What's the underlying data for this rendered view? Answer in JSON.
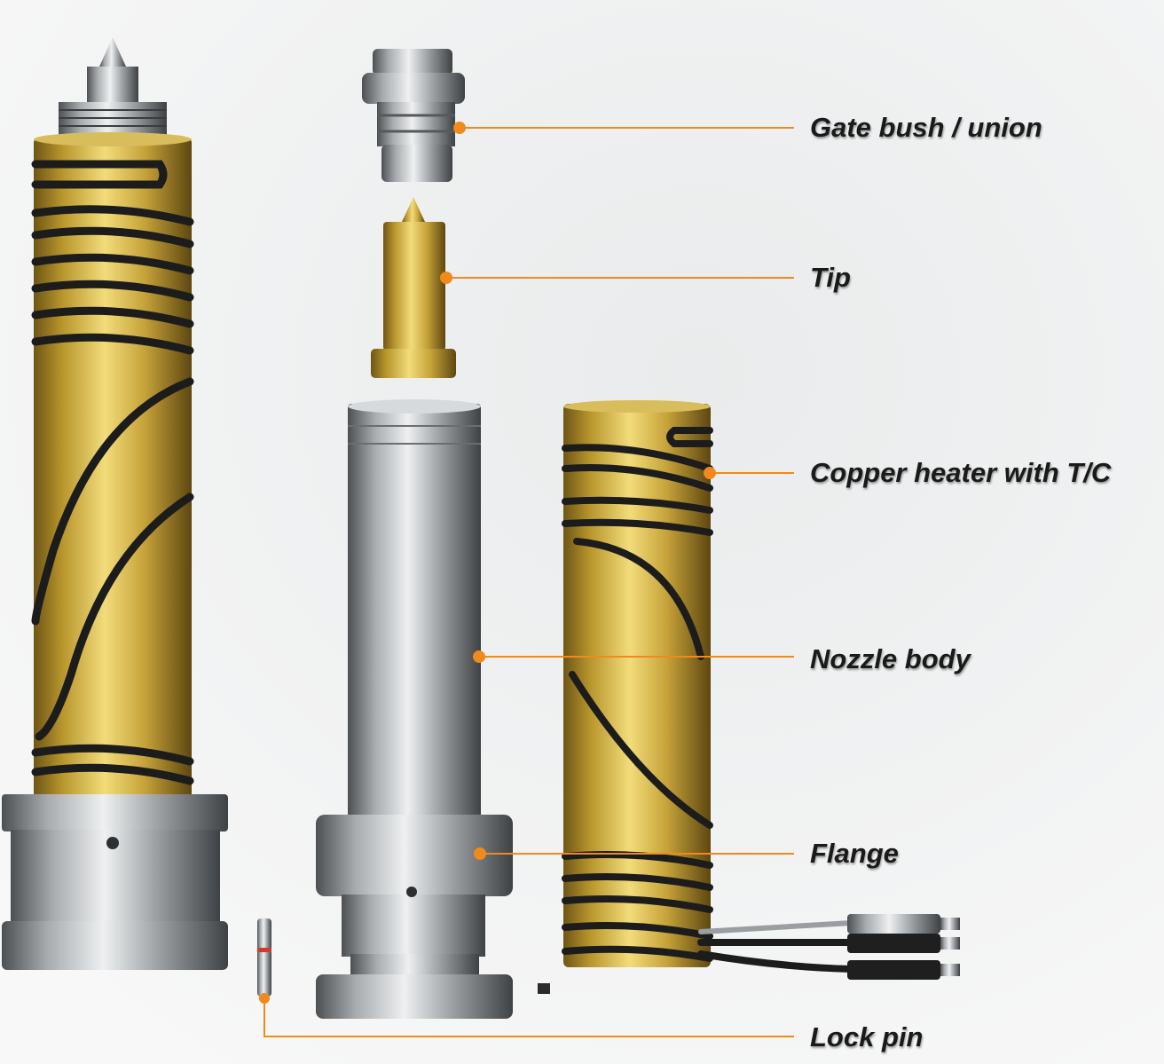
{
  "labels": {
    "gate_bush": "Gate bush / union",
    "tip": "Tip",
    "heater": "Copper heater with T/C",
    "nozzle_body": "Nozzle body",
    "flange": "Flange",
    "lock_pin": "Lock pin"
  },
  "colors": {
    "leader": "#f08a1c",
    "brass": "#c9a83a",
    "steel": "#a9adb0",
    "groove": "#1c1c1c"
  }
}
